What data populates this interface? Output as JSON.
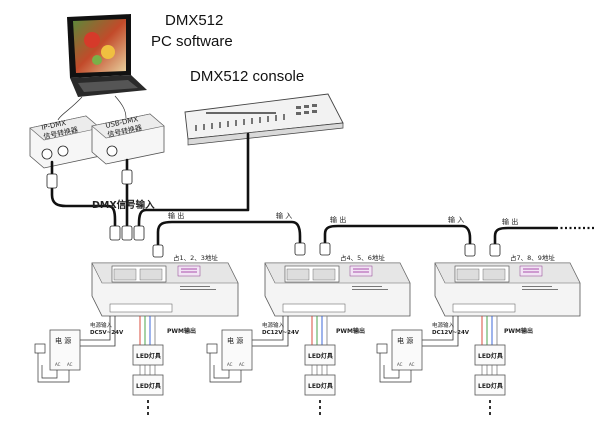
{
  "labels": {
    "pc_software_line1": "DMX512",
    "pc_software_line2": "PC software",
    "console": "DMX512 console",
    "ip_dmx_line1": "IP-DMX",
    "ip_dmx_line2": "信号转换器",
    "usb_dmx_line1": "USB-DMX",
    "usb_dmx_line2": "信号转换器",
    "dmx_signal_input": "DMX信号输入",
    "dmx_signal_color": "#cc1111"
  },
  "decoders": [
    {
      "address": "占1、2、3地址",
      "power_label": "电源输入",
      "power_spec": "DC5V~24V",
      "pwm_label": "PWM输出",
      "out_label": "输 出",
      "in_label": null
    },
    {
      "address": "占4、5、6地址",
      "power_label": "电源输入",
      "power_spec": "DC12V~24V",
      "pwm_label": "PWM输出",
      "out_label": "输 出",
      "in_label": "输 入"
    },
    {
      "address": "占7、8、9地址",
      "power_label": "电源输入",
      "power_spec": "DC12V~24V",
      "pwm_label": "PWM输出",
      "out_label": "输 出",
      "in_label": "输 入"
    }
  ],
  "psu": {
    "label": "电 源",
    "ac_labels": [
      "AC",
      "AC"
    ]
  },
  "led_label": "LED灯具"
}
